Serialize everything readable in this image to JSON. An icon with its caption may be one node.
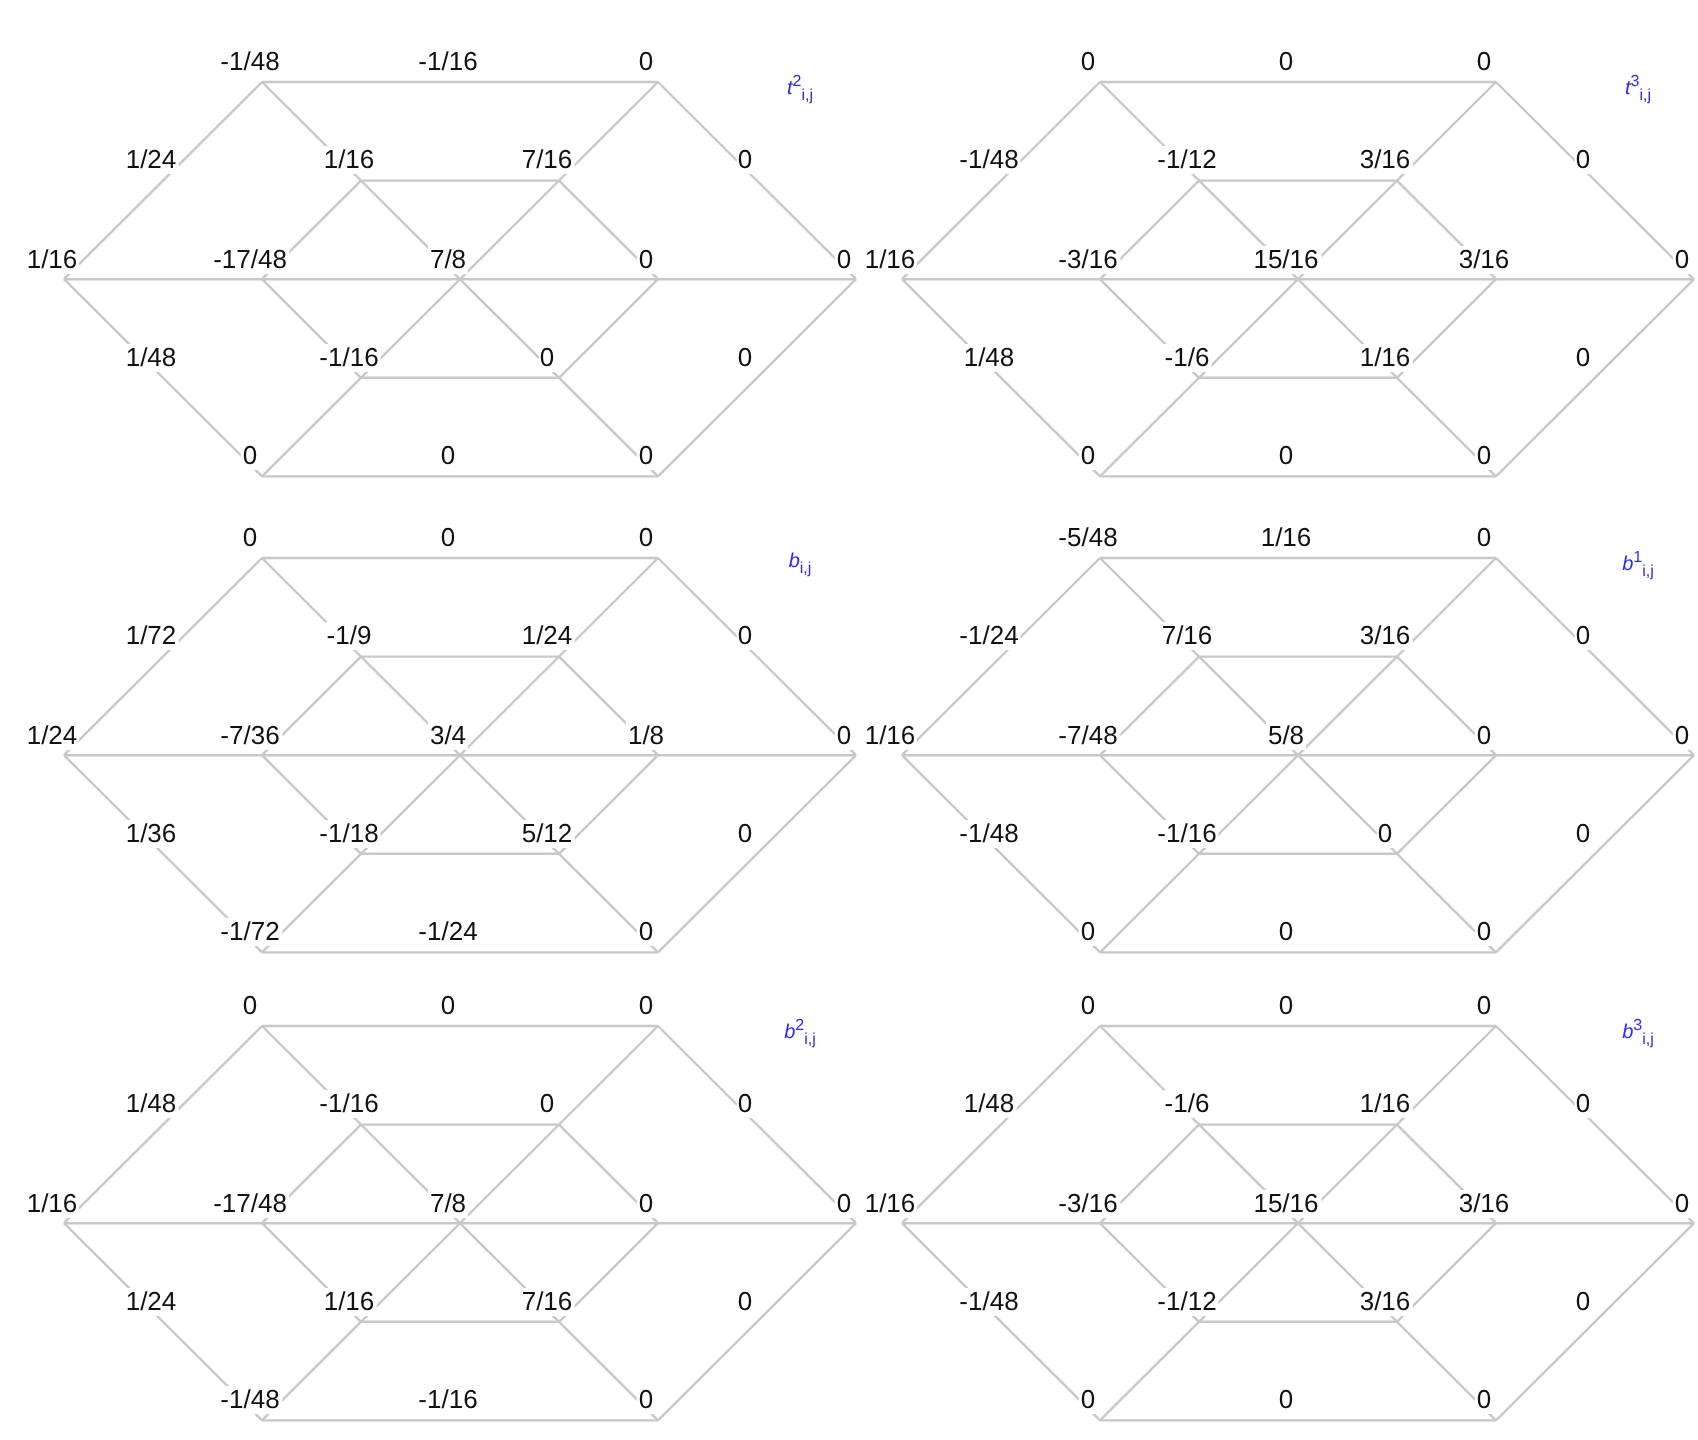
{
  "diagram": {
    "labels": [
      "-1/48",
      "-1/16",
      "0",
      "*t*$^{2}$$_{i,j}$",
      "1/24",
      "1/16",
      "7/16",
      "0",
      "1/16",
      "-17/48",
      "7/8",
      "0",
      "0",
      "1/48",
      "-1/16",
      "0",
      "0",
      "0",
      "0",
      "0",
      "0",
      "0",
      "0",
      "*t*$^{3}$$_{i,j}$",
      "-1/48",
      "-1/12",
      "3/16",
      "0",
      "1/16",
      "-3/16",
      "15/16",
      "3/16",
      "0",
      "1/48",
      "-1/6",
      "1/16",
      "0",
      "0",
      "0",
      "0",
      "0",
      "0",
      "0",
      "*b*$_{i,j}$",
      "1/72",
      "-1/9",
      "1/24",
      "0",
      "1/24",
      "-7/36",
      "3/4",
      "1/8",
      "0",
      "1/36",
      "-1/18",
      "5/12",
      "0",
      "-1/72",
      "-1/24",
      "0",
      "-5/48",
      "1/16",
      "0",
      "*b*$^{1}$$_{i,j}$",
      "-1/24",
      "7/16",
      "3/16",
      "0",
      "1/16",
      "-7/48",
      "5/8",
      "0",
      "0",
      "-1/48",
      "-1/16",
      "0",
      "0",
      "0",
      "0",
      "0",
      "0",
      "0",
      "0",
      "*b*$^{2}$$_{i,j}$",
      "1/48",
      "-1/16",
      "0",
      "0",
      "1/16",
      "-17/48",
      "7/8",
      "0",
      "0",
      "1/24",
      "1/16",
      "7/16",
      "0",
      "-1/48",
      "-1/16",
      "0",
      "0",
      "0",
      "0",
      "*b*$^{3}$$_{i,j}$",
      "1/48",
      "-1/6",
      "1/16",
      "0",
      "1/16",
      "-3/16",
      "15/16",
      "3/16",
      "0",
      "-1/48",
      "-1/12",
      "3/16",
      "0",
      "0",
      "0",
      "0"
    ]
  }
}
